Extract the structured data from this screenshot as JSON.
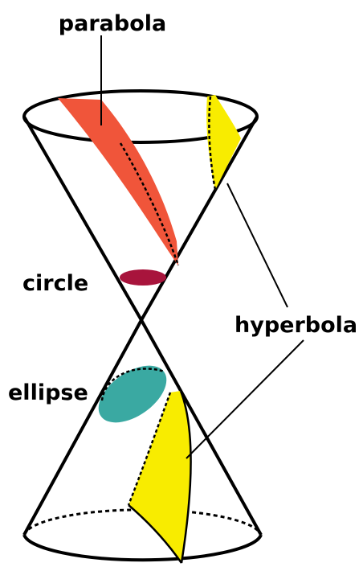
{
  "labels": {
    "parabola": "parabola",
    "circle": "circle",
    "hyperbola": "hyperbola",
    "ellipse": "ellipse"
  },
  "colors": {
    "parabola": "#f0553a",
    "circle": "#a8143c",
    "ellipse": "#3aa9a2",
    "hyperbola": "#f8ec00",
    "outline": "#000000"
  }
}
